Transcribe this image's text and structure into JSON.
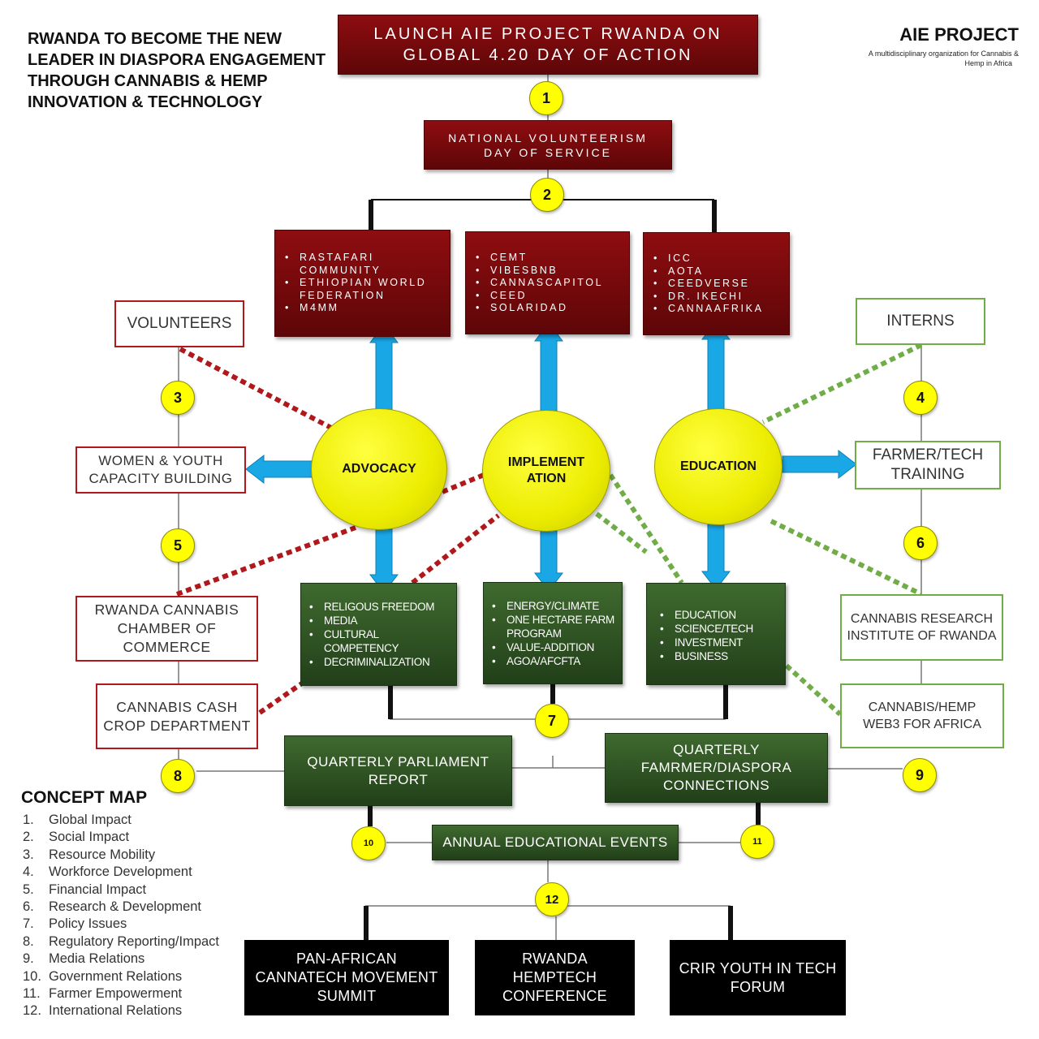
{
  "header": {
    "headline_lines": [
      "RWANDA TO BECOME THE NEW",
      "LEADER IN DIASPORA ENGAGEMENT",
      "THROUGH CANNABIS & HEMP",
      "INNOVATION & TECHNOLOGY"
    ],
    "brand_name": "AIE PROJECT",
    "brand_tagline_lines": [
      "A multidisciplinary organization for Cannabis &",
      "Hemp  in Africa"
    ]
  },
  "top": {
    "launch_lines": [
      "LAUNCH AIE PROJECT RWANDA ON",
      "GLOBAL 4.20 DAY OF ACTION"
    ],
    "volunteerism_lines": [
      "NATIONAL VOLUNTEERISM",
      "DAY OF SERVICE"
    ]
  },
  "partners": {
    "left": [
      "RASTAFARI COMMUNITY",
      "ETHIOPIAN WORLD FEDERATION",
      "M4MM"
    ],
    "center": [
      "CEMT",
      "VIBESBNB",
      "CANNASCAPITOL",
      "CEED",
      "SOLARIDAD"
    ],
    "right": [
      "ICC",
      "AOTA",
      "CEEDVERSE",
      "DR. IKECHI",
      "CANNAAFRIKA"
    ]
  },
  "hubs": {
    "advocacy": "ADVOCACY",
    "implementation_lines": [
      "IMPLEMENT",
      "ATION"
    ],
    "education": "EDUCATION"
  },
  "side_left": {
    "volunteers": "VOLUNTEERS",
    "women_youth_lines": [
      "WOMEN & YOUTH",
      "CAPACITY BUILDING"
    ],
    "chamber_lines": [
      "RWANDA CANNABIS",
      "CHAMBER OF",
      "COMMERCE"
    ],
    "cash_crop_lines": [
      "CANNABIS CASH",
      "CROP DEPARTMENT"
    ]
  },
  "side_right": {
    "interns": "INTERNS",
    "farmer_tech_lines": [
      "FARMER/TECH",
      "TRAINING"
    ],
    "research_lines": [
      "CANNABIS RESEARCH",
      "INSTITUTE OF RWANDA"
    ],
    "web3_lines": [
      "CANNABIS/HEMP",
      "WEB3 FOR AFRICA"
    ]
  },
  "focus_areas": {
    "advocacy": [
      "RELIGOUS FREEDOM",
      "MEDIA",
      "CULTURAL COMPETENCY",
      "DECRIMINALIZATION"
    ],
    "implementation": [
      "ENERGY/CLIMATE",
      "ONE HECTARE FARM PROGRAM",
      "VALUE-ADDITION",
      "AGOA/AFCFTA"
    ],
    "education": [
      "EDUCATION",
      "SCIENCE/TECH",
      "INVESTMENT",
      "BUSINESS"
    ]
  },
  "reports": {
    "parliament_lines": [
      "QUARTERLY PARLIAMENT",
      "REPORT"
    ],
    "diaspora_lines": [
      "QUARTERLY",
      "FAMRMER/DIASPORA",
      "CONNECTIONS"
    ],
    "annual": "ANNUAL EDUCATIONAL EVENTS"
  },
  "events": {
    "summit_lines": [
      "PAN-AFRICAN",
      "CANNATECH MOVEMENT",
      "SUMMIT"
    ],
    "conference_lines": [
      "RWANDA",
      "HEMPTECH",
      "CONFERENCE"
    ],
    "forum_lines": [
      "CRIR YOUTH IN TECH",
      "FORUM"
    ]
  },
  "badges": [
    "1",
    "2",
    "3",
    "4",
    "5",
    "6",
    "7",
    "8",
    "9",
    "10",
    "11",
    "12"
  ],
  "concept_map": {
    "title": "CONCEPT MAP",
    "items": [
      "Global Impact",
      "Social Impact",
      "Resource Mobility",
      "Workforce Development",
      "Financial Impact",
      "Research & Development",
      "Policy Issues",
      "Regulatory Reporting/Impact",
      "Media Relations",
      "Government Relations",
      "Farmer Empowerment",
      "International Relations"
    ]
  },
  "colors": {
    "dark_red": "#7a0a0c",
    "dark_green": "#2f5224",
    "yellow": "#ffff00",
    "arrow_blue": "#1aa7e6",
    "dotted_red": "#b0181c",
    "dotted_green": "#70ad47"
  }
}
